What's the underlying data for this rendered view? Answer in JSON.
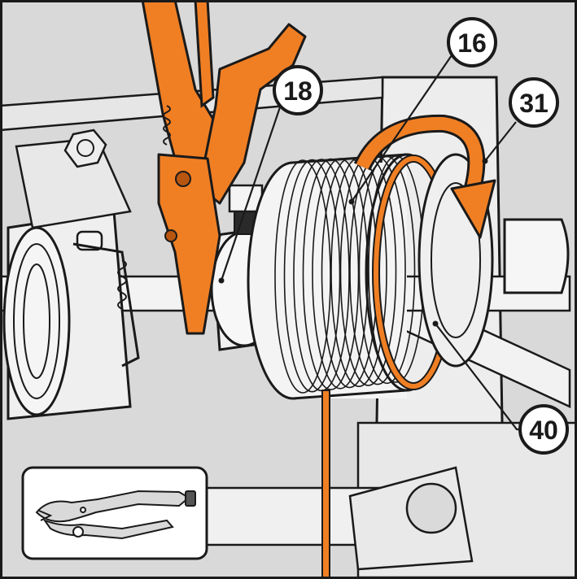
{
  "callouts": [
    {
      "id": "callout-16",
      "label": "16"
    },
    {
      "id": "callout-18",
      "label": "18"
    },
    {
      "id": "callout-31",
      "label": "31"
    },
    {
      "id": "callout-40",
      "label": "40"
    }
  ],
  "colors": {
    "accent": "#F07F24",
    "accent_dark": "#B8560F",
    "line": "#1a1a1a",
    "background": "#D9D9D9",
    "part_light": "#F3F3F3",
    "part_mid": "#E4E4E4",
    "part_shadow": "#C9C9C9"
  },
  "inset": {
    "icon": "locking-pliers-icon"
  }
}
